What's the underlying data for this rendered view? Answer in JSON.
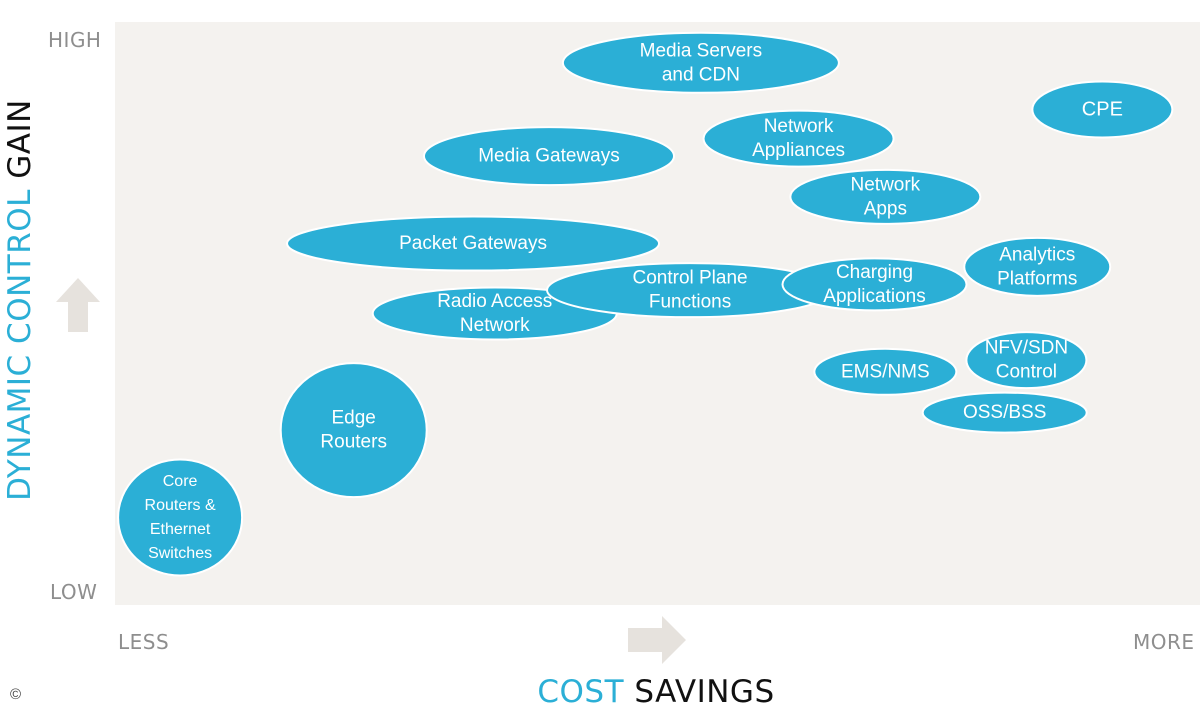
{
  "axes": {
    "y_title_part1": "DYNAMIC CONTROL",
    "y_title_part2": "GAIN",
    "x_title_part1": "COST",
    "x_title_part2": "SAVINGS",
    "y_high": "HIGH",
    "y_low": "LOW",
    "x_less": "LESS",
    "x_more": "MORE"
  },
  "copyright": "©",
  "colors": {
    "bubble": "#2bafd6",
    "plot_background": "#f4f2ef",
    "arrow": "#e6e2dd",
    "tick_text": "#8e8e8e"
  },
  "bubbles": [
    {
      "id": "core-routers",
      "lines": [
        "Core",
        "Routers &",
        "Ethernet",
        "Switches"
      ],
      "cost_savings": 0.06,
      "control_gain": 0.15
    },
    {
      "id": "edge-routers",
      "lines": [
        "Edge",
        "Routers"
      ],
      "cost_savings": 0.22,
      "control_gain": 0.3
    },
    {
      "id": "radio-access-network",
      "lines": [
        "Radio Access",
        "Network"
      ],
      "cost_savings": 0.35,
      "control_gain": 0.5
    },
    {
      "id": "control-plane-functions",
      "lines": [
        "Control Plane",
        "Functions"
      ],
      "cost_savings": 0.53,
      "control_gain": 0.54
    },
    {
      "id": "packet-gateways",
      "lines": [
        "Packet Gateways"
      ],
      "cost_savings": 0.33,
      "control_gain": 0.62
    },
    {
      "id": "media-gateways",
      "lines": [
        "Media Gateways"
      ],
      "cost_savings": 0.4,
      "control_gain": 0.77
    },
    {
      "id": "media-servers-cdn",
      "lines": [
        "Media Servers",
        "and CDN"
      ],
      "cost_savings": 0.54,
      "control_gain": 0.93
    },
    {
      "id": "network-appliances",
      "lines": [
        "Network",
        "Appliances"
      ],
      "cost_savings": 0.63,
      "control_gain": 0.8
    },
    {
      "id": "network-apps",
      "lines": [
        "Network",
        "Apps"
      ],
      "cost_savings": 0.71,
      "control_gain": 0.7
    },
    {
      "id": "charging-applications",
      "lines": [
        "Charging",
        "Applications"
      ],
      "cost_savings": 0.7,
      "control_gain": 0.55
    },
    {
      "id": "analytics-platforms",
      "lines": [
        "Analytics",
        "Platforms"
      ],
      "cost_savings": 0.85,
      "control_gain": 0.58
    },
    {
      "id": "cpe",
      "lines": [
        "CPE"
      ],
      "cost_savings": 0.91,
      "control_gain": 0.85
    },
    {
      "id": "ems-nms",
      "lines": [
        "EMS/NMS"
      ],
      "cost_savings": 0.71,
      "control_gain": 0.4
    },
    {
      "id": "nfv-sdn-control",
      "lines": [
        "NFV/SDN",
        "Control"
      ],
      "cost_savings": 0.84,
      "control_gain": 0.42
    },
    {
      "id": "oss-bss",
      "lines": [
        "OSS/BSS"
      ],
      "cost_savings": 0.82,
      "control_gain": 0.33
    }
  ]
}
